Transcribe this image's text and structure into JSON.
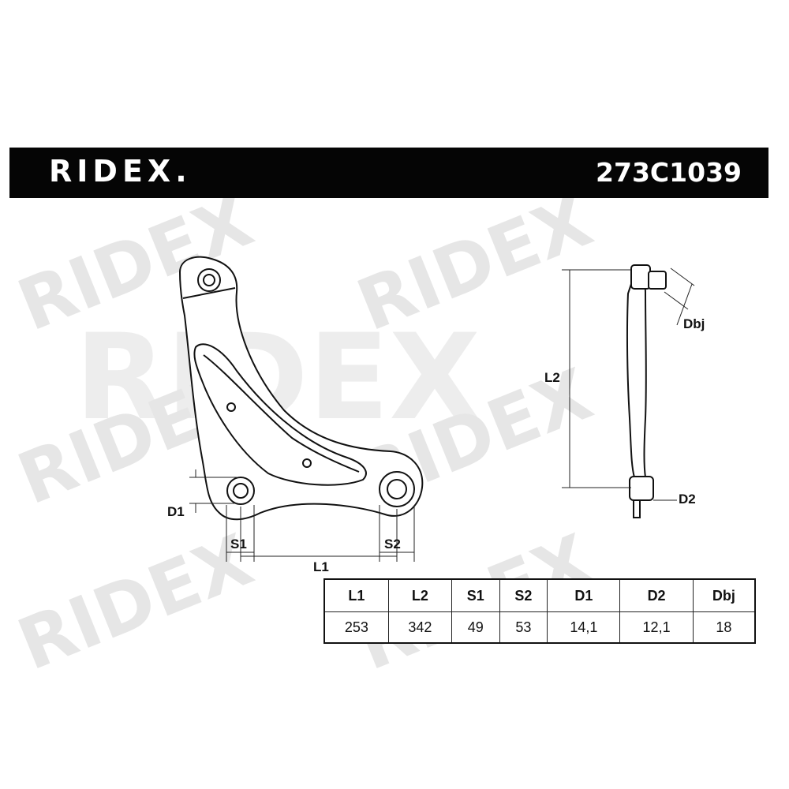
{
  "banner": {
    "brand": "RIDEX.",
    "part_number": "273C1039"
  },
  "watermark": {
    "text": "RIDEX"
  },
  "dimension_labels": {
    "d1": "D1",
    "s1": "S1",
    "s2": "S2",
    "l1": "L1",
    "l2": "L2",
    "dbj": "Dbj",
    "d2": "D2"
  },
  "spec_table": {
    "headers": [
      "L1",
      "L2",
      "S1",
      "S2",
      "D1",
      "D2",
      "Dbj"
    ],
    "values": [
      "253",
      "342",
      "49",
      "53",
      "14,1",
      "12,1",
      "18"
    ]
  }
}
